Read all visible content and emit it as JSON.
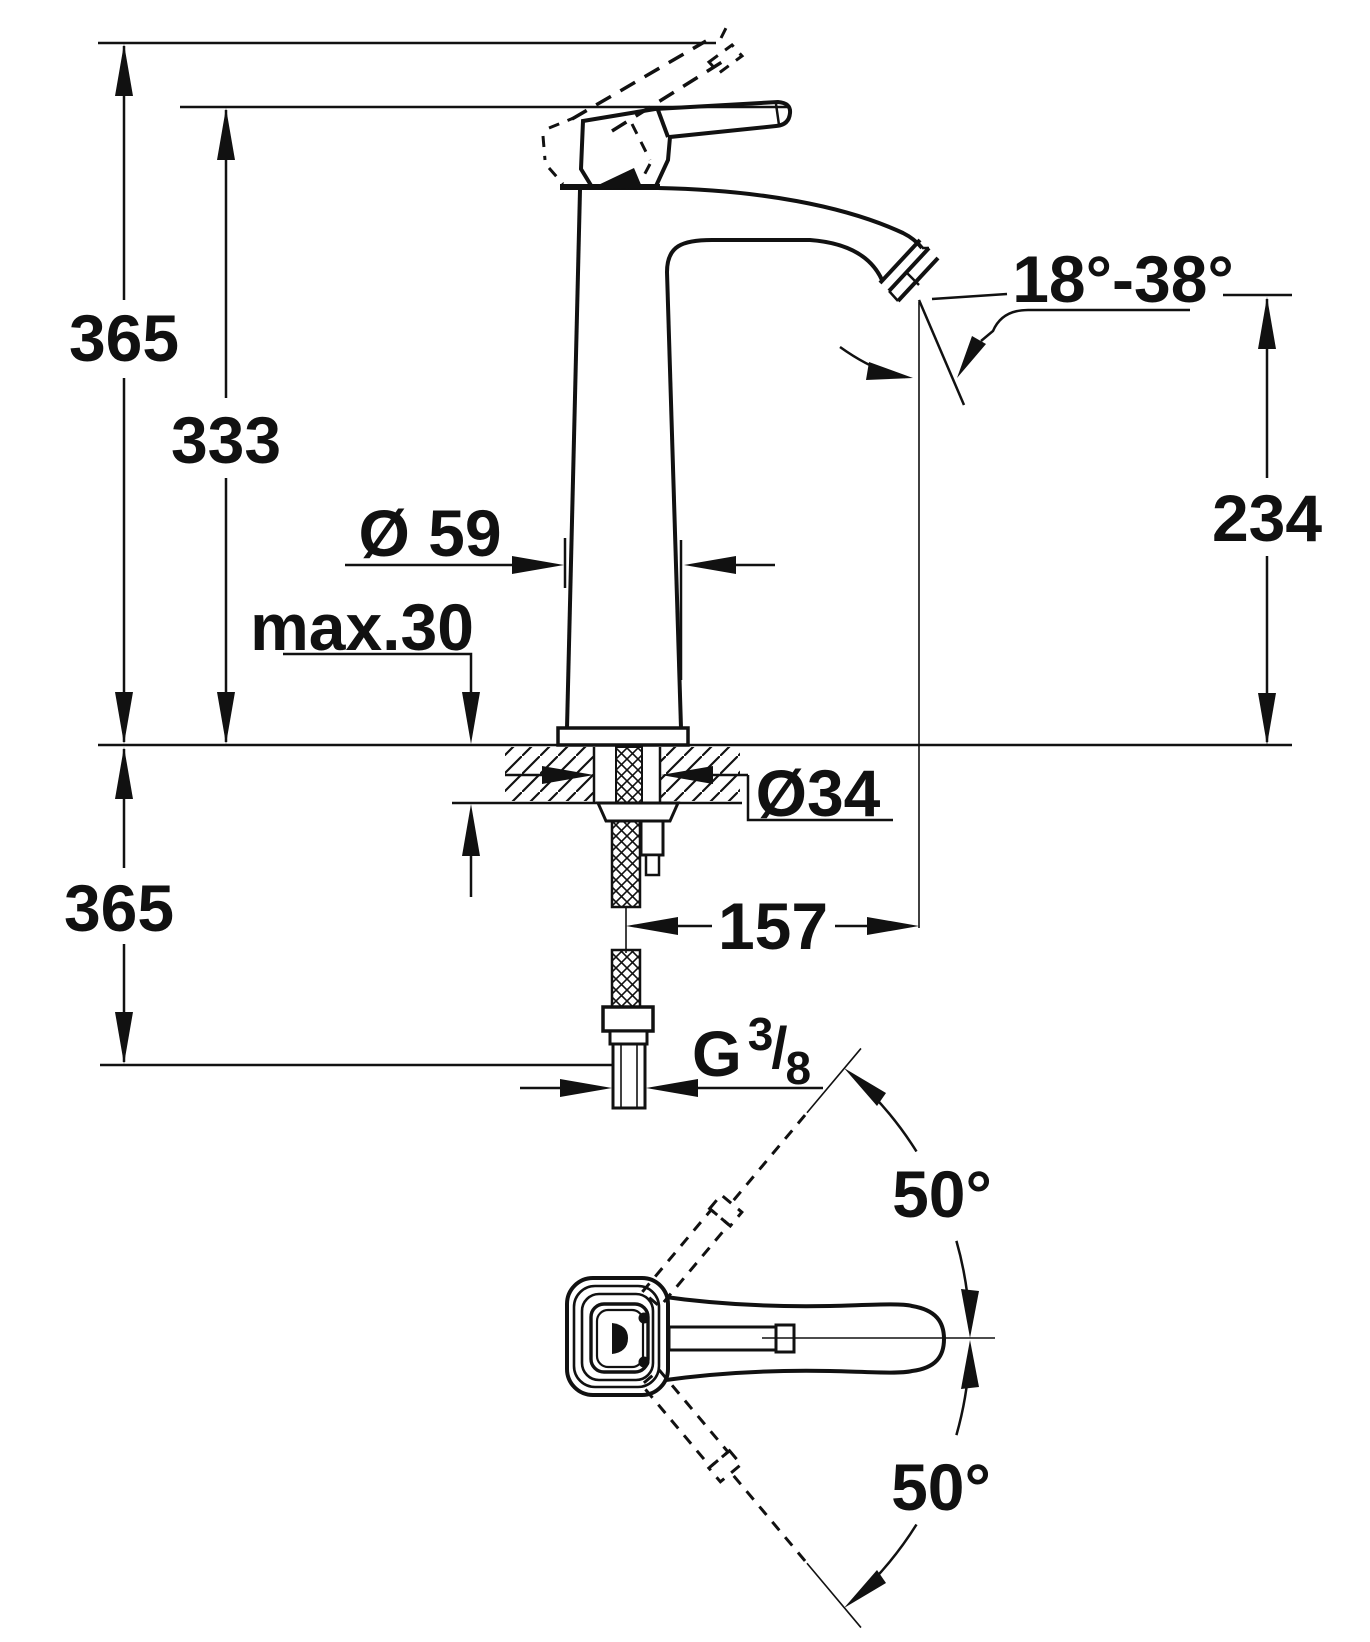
{
  "drawing": {
    "type": "technical-dimension-drawing",
    "subject": "single-lever basin mixer faucet, side view with mounting section and top view of handle",
    "units": "mm",
    "side_view": {
      "total_height": "365",
      "body_height": "333",
      "height_below_deck": "365",
      "body_diameter": "Ø 59",
      "deck_max_thickness": "max.30",
      "spout_clearance_height": "234",
      "spout_reach": "157",
      "hole_diameter": "Ø34",
      "aerator_angle_range": "18°-38°",
      "thread": {
        "g": "G",
        "numerator": "3",
        "slash": "/",
        "denominator": "8"
      }
    },
    "top_view": {
      "handle_swing_upper": "50°",
      "handle_swing_lower": "50°"
    }
  },
  "colors": {
    "line": "#111111",
    "background": "#ffffff"
  }
}
